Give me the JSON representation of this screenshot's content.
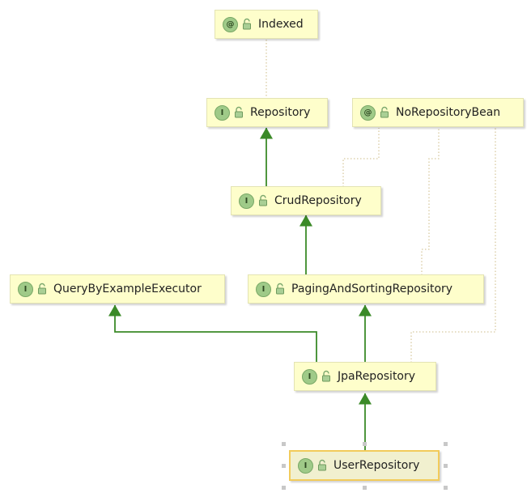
{
  "diagram": {
    "nodes": [
      {
        "id": "indexed",
        "label": "Indexed",
        "kind": "@",
        "kind_icon": "annotation-icon"
      },
      {
        "id": "repository",
        "label": "Repository",
        "kind": "I",
        "kind_icon": "interface-icon"
      },
      {
        "id": "norepositorybean",
        "label": "NoRepositoryBean",
        "kind": "@",
        "kind_icon": "annotation-icon"
      },
      {
        "id": "crudrepository",
        "label": "CrudRepository",
        "kind": "I",
        "kind_icon": "interface-icon"
      },
      {
        "id": "querybyexampleexecutor",
        "label": "QueryByExampleExecutor",
        "kind": "I",
        "kind_icon": "interface-icon"
      },
      {
        "id": "pagingandsortingrepository",
        "label": "PagingAndSortingRepository",
        "kind": "I",
        "kind_icon": "interface-icon"
      },
      {
        "id": "jparepository",
        "label": "JpaRepository",
        "kind": "I",
        "kind_icon": "interface-icon"
      },
      {
        "id": "userrepository",
        "label": "UserRepository",
        "kind": "I",
        "kind_icon": "interface-icon",
        "selected": true
      }
    ],
    "edges": [
      {
        "from": "repository",
        "to": "indexed",
        "type": "annotation"
      },
      {
        "from": "crudrepository",
        "to": "repository",
        "type": "extends"
      },
      {
        "from": "crudrepository",
        "to": "norepositorybean",
        "type": "annotation"
      },
      {
        "from": "pagingandsortingrepository",
        "to": "crudrepository",
        "type": "extends"
      },
      {
        "from": "pagingandsortingrepository",
        "to": "norepositorybean",
        "type": "annotation"
      },
      {
        "from": "jparepository",
        "to": "pagingandsortingrepository",
        "type": "extends"
      },
      {
        "from": "jparepository",
        "to": "querybyexampleexecutor",
        "type": "extends"
      },
      {
        "from": "jparepository",
        "to": "norepositorybean",
        "type": "annotation"
      },
      {
        "from": "userrepository",
        "to": "jparepository",
        "type": "extends"
      }
    ]
  },
  "colors": {
    "node_fill": "#fefecb",
    "extends_edge": "#3b8a28",
    "annotation_edge": "#d8c9a0",
    "selection": "#f2cb5a"
  }
}
